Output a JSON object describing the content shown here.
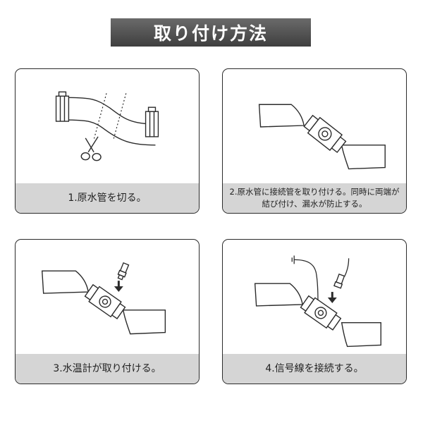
{
  "title": "取り付け方法",
  "steps": [
    {
      "caption": "1.原水管を切る。"
    },
    {
      "caption": "2.原水管に接続管を取り付ける。同時に両端が結び付け、漏水が防止する。"
    },
    {
      "caption": "3.水温計が取り付ける。"
    },
    {
      "caption": "4.信号線を接続する。"
    }
  ]
}
